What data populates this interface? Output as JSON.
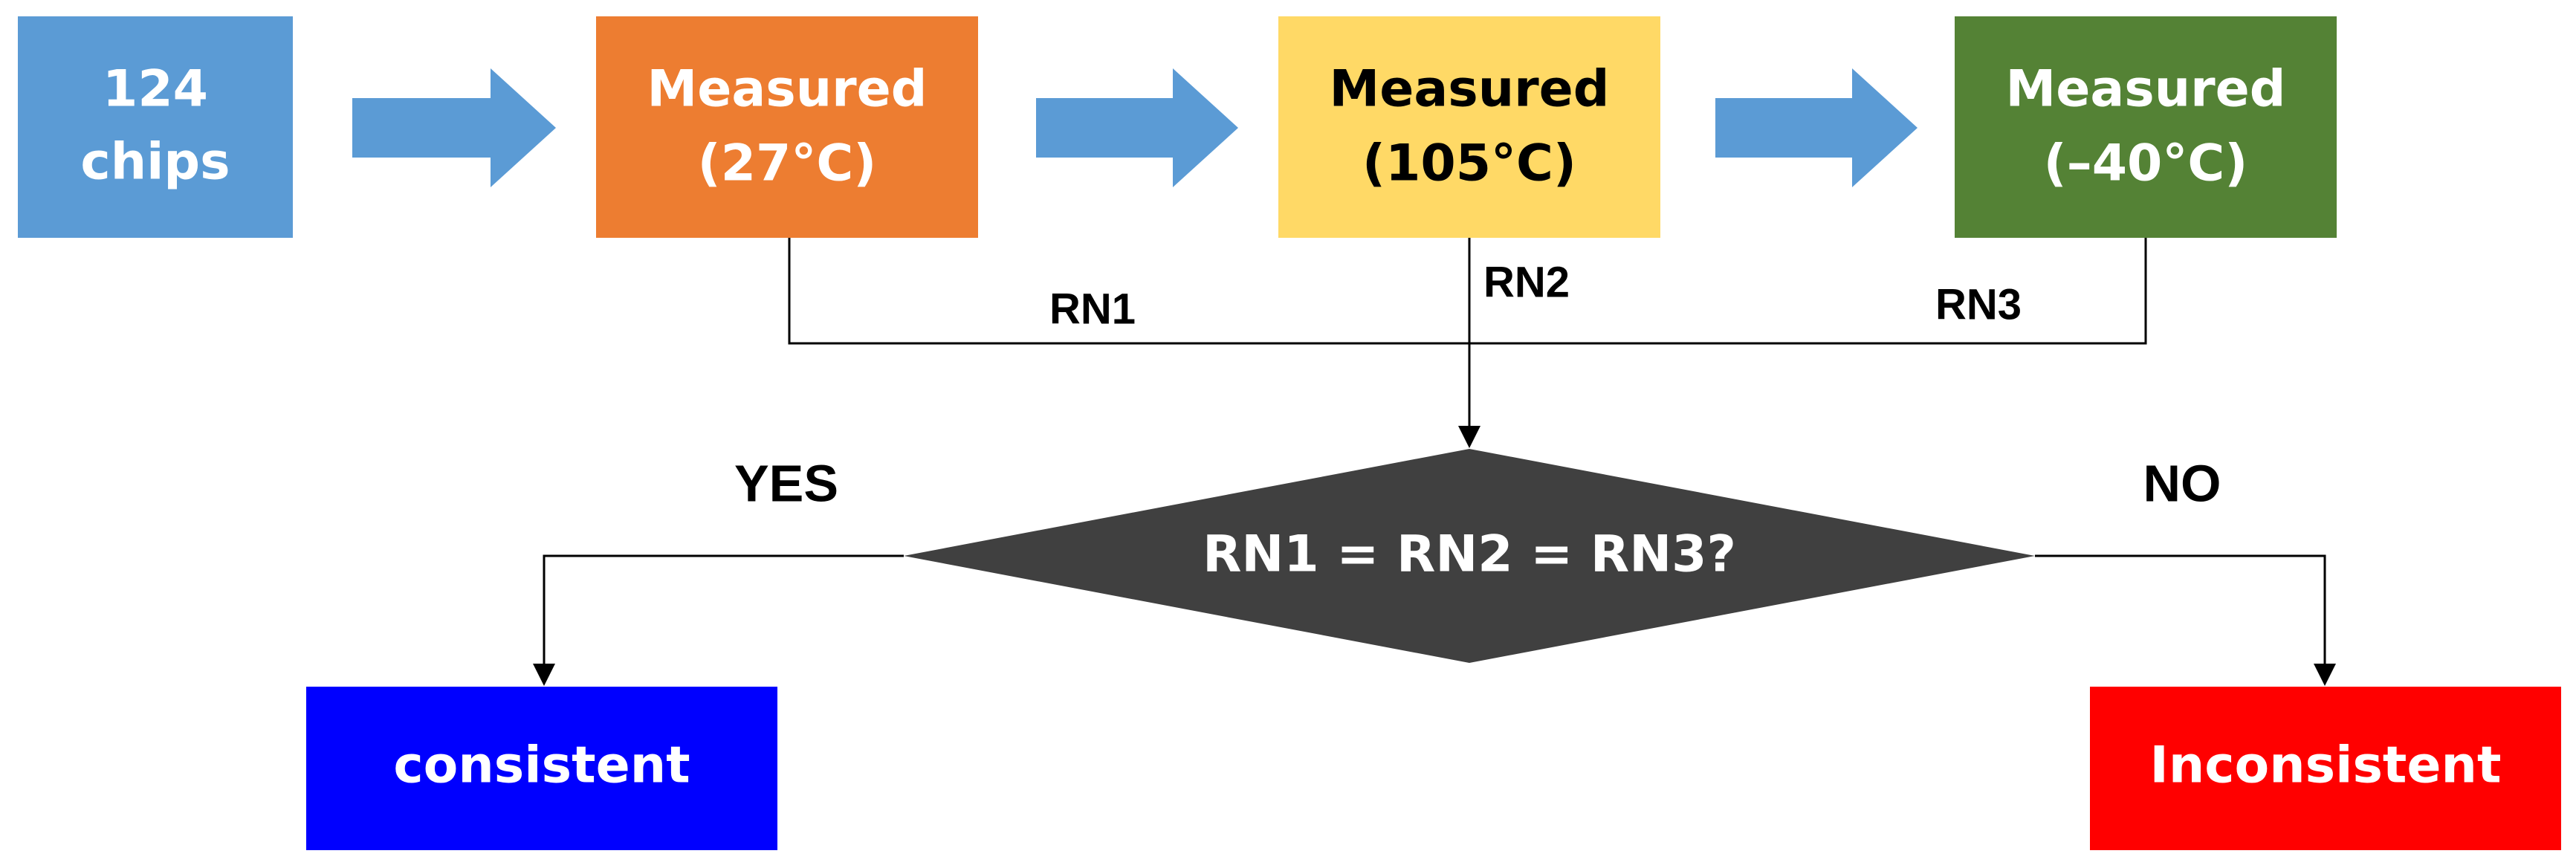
{
  "flow": {
    "start": {
      "line1": "124",
      "line2": "chips"
    },
    "step1": {
      "line1": "Measured",
      "line2": "(27°C)"
    },
    "step2": {
      "line1": "Measured",
      "line2": "(105°C)"
    },
    "step3": {
      "line1": "Measured",
      "line2": "(–40°C)"
    }
  },
  "labels": {
    "rn1": "RN1",
    "rn2": "RN2",
    "rn3": "RN3"
  },
  "decision": {
    "question": "RN1 = RN2 = RN3?",
    "yes_label": "YES",
    "no_label": "NO"
  },
  "outcomes": {
    "consistent": "consistent",
    "inconsistent": "Inconsistent"
  },
  "colors": {
    "start_box": "#5B9BD5",
    "arrow": "#5B9BD5",
    "step1_box": "#ED7D31",
    "step2_box": "#FFD966",
    "step3_box": "#548235",
    "decision": "#404040",
    "consistent_box": "#0000FF",
    "inconsistent_box": "#FF0000"
  }
}
